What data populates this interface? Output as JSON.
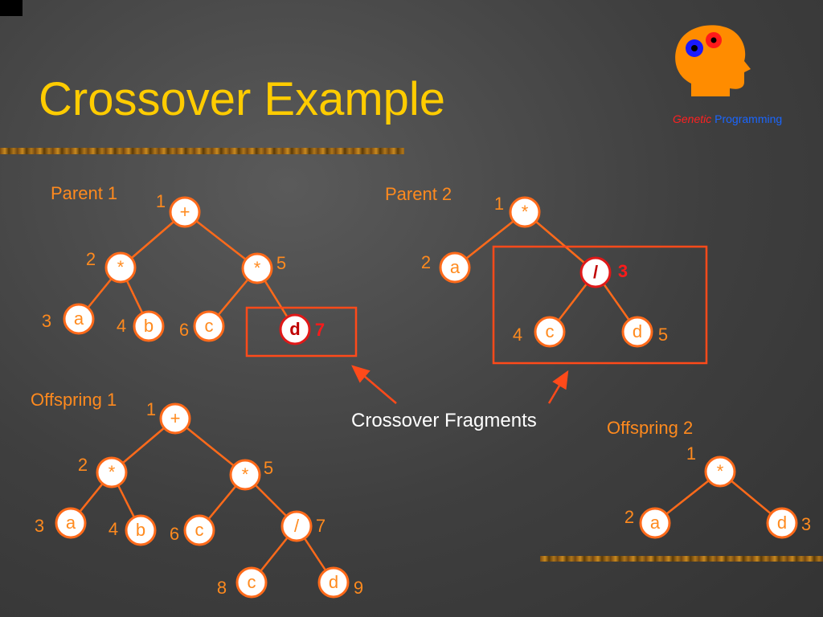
{
  "slide": {
    "title": "Crossover Example",
    "logo": {
      "word1": "Genetic",
      "word2": "Programming"
    },
    "fragments_label": "Crossover Fragments"
  },
  "colors": {
    "title": "#ffcc00",
    "label": "#ff8a1e",
    "edge": "#ff6a1a",
    "node_border": "#ff6a1a",
    "node_highlight_border": "#e01818",
    "highlight_number": "#ff1a1a",
    "box": "#ff4a1a",
    "arrow": "#ff4a1a"
  },
  "trees": [
    {
      "id": "parent-1",
      "label": "Parent 1",
      "nodes": [
        {
          "id": "p1-1",
          "text": "+",
          "num": "1"
        },
        {
          "id": "p1-2",
          "text": "*",
          "num": "2"
        },
        {
          "id": "p1-3",
          "text": "a",
          "num": "3"
        },
        {
          "id": "p1-4",
          "text": "b",
          "num": "4"
        },
        {
          "id": "p1-5",
          "text": "*",
          "num": "5"
        },
        {
          "id": "p1-6",
          "text": "c",
          "num": "6"
        },
        {
          "id": "p1-7",
          "text": "d",
          "num": "7",
          "highlight": true
        }
      ],
      "edges": [
        [
          "p1-1",
          "p1-2"
        ],
        [
          "p1-1",
          "p1-5"
        ],
        [
          "p1-2",
          "p1-3"
        ],
        [
          "p1-2",
          "p1-4"
        ],
        [
          "p1-5",
          "p1-6"
        ],
        [
          "p1-5",
          "p1-7"
        ]
      ]
    },
    {
      "id": "parent-2",
      "label": "Parent 2",
      "nodes": [
        {
          "id": "p2-1",
          "text": "*",
          "num": "1"
        },
        {
          "id": "p2-2",
          "text": "a",
          "num": "2"
        },
        {
          "id": "p2-3",
          "text": "/",
          "num": "3",
          "highlight": true
        },
        {
          "id": "p2-4",
          "text": "c",
          "num": "4"
        },
        {
          "id": "p2-5",
          "text": "d",
          "num": "5"
        }
      ],
      "edges": [
        [
          "p2-1",
          "p2-2"
        ],
        [
          "p2-1",
          "p2-3"
        ],
        [
          "p2-3",
          "p2-4"
        ],
        [
          "p2-3",
          "p2-5"
        ]
      ]
    },
    {
      "id": "offspring-1",
      "label": "Offspring 1",
      "nodes": [
        {
          "id": "o1-1",
          "text": "+",
          "num": "1"
        },
        {
          "id": "o1-2",
          "text": "*",
          "num": "2"
        },
        {
          "id": "o1-3",
          "text": "a",
          "num": "3"
        },
        {
          "id": "o1-4",
          "text": "b",
          "num": "4"
        },
        {
          "id": "o1-5",
          "text": "*",
          "num": "5"
        },
        {
          "id": "o1-6",
          "text": "c",
          "num": "6"
        },
        {
          "id": "o1-7",
          "text": "/",
          "num": "7"
        },
        {
          "id": "o1-8",
          "text": "c",
          "num": "8"
        },
        {
          "id": "o1-9",
          "text": "d",
          "num": "9"
        }
      ],
      "edges": [
        [
          "o1-1",
          "o1-2"
        ],
        [
          "o1-1",
          "o1-5"
        ],
        [
          "o1-2",
          "o1-3"
        ],
        [
          "o1-2",
          "o1-4"
        ],
        [
          "o1-5",
          "o1-6"
        ],
        [
          "o1-5",
          "o1-7"
        ],
        [
          "o1-7",
          "o1-8"
        ],
        [
          "o1-7",
          "o1-9"
        ]
      ]
    },
    {
      "id": "offspring-2",
      "label": "Offspring 2",
      "nodes": [
        {
          "id": "o2-1",
          "text": "*",
          "num": "1"
        },
        {
          "id": "o2-2",
          "text": "a",
          "num": "2"
        },
        {
          "id": "o2-3",
          "text": "d",
          "num": "3"
        }
      ],
      "edges": [
        [
          "o2-1",
          "o2-2"
        ],
        [
          "o2-1",
          "o2-3"
        ]
      ]
    }
  ]
}
